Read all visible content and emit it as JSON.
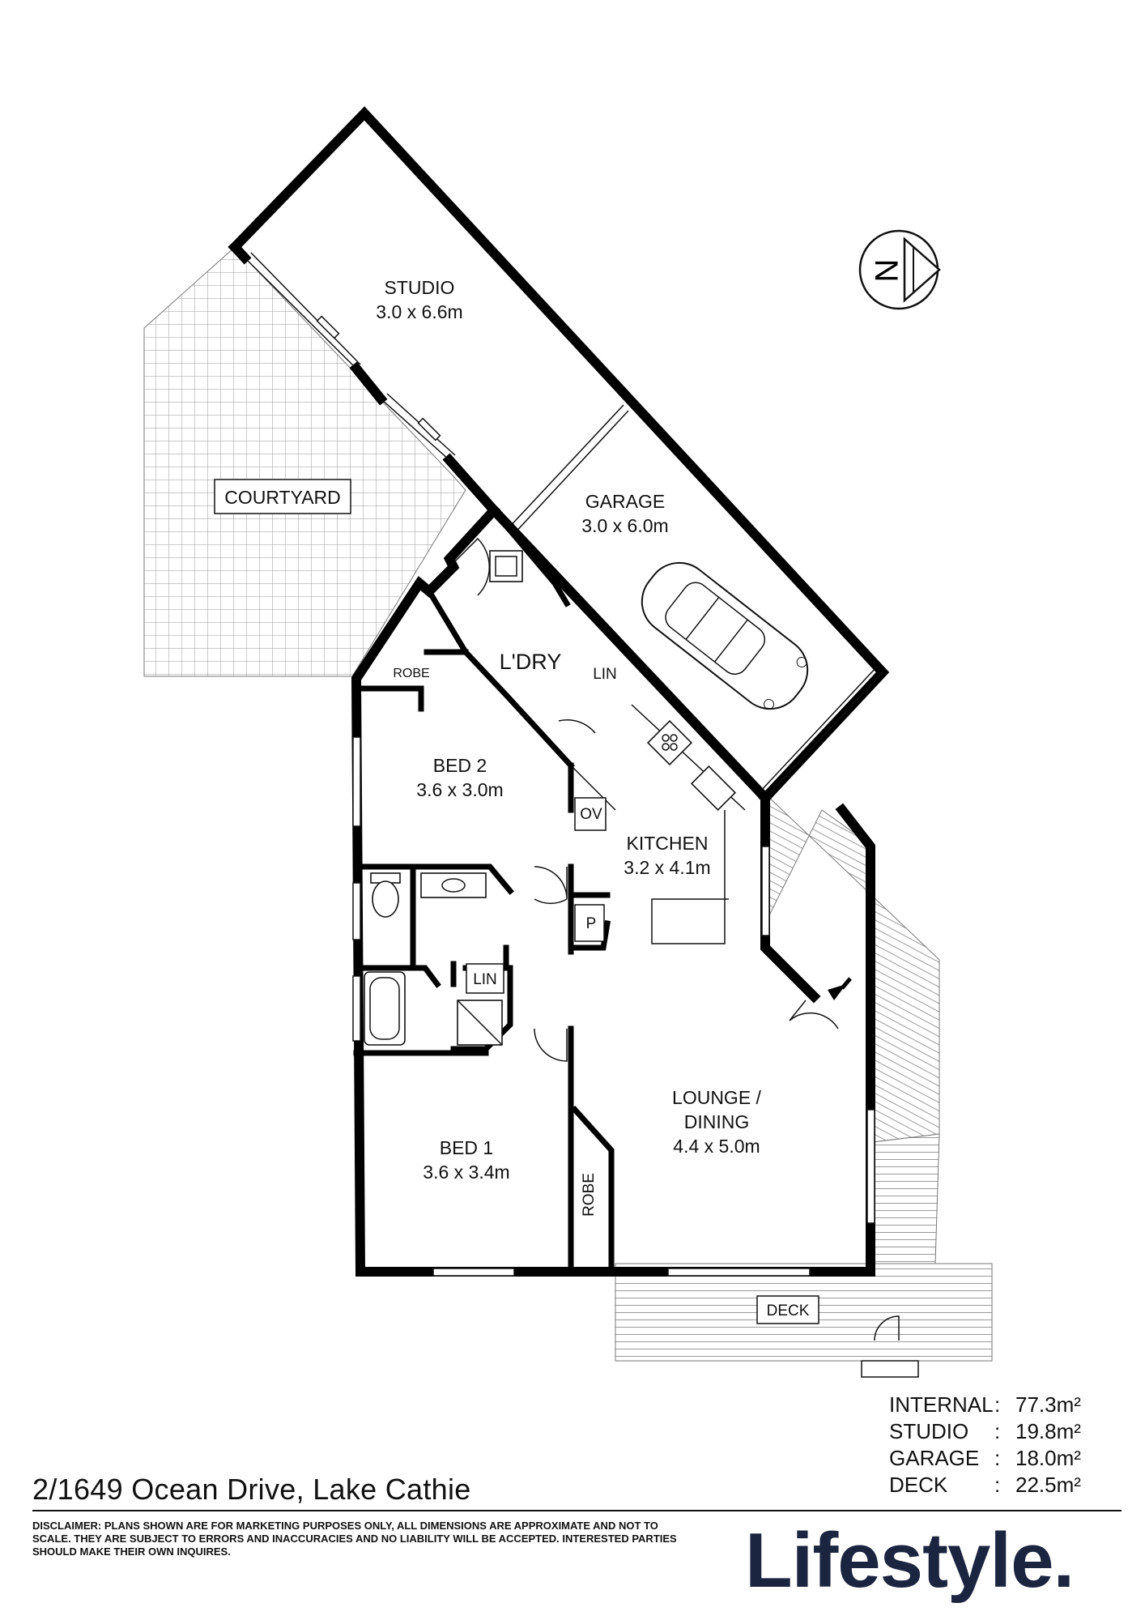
{
  "rooms": {
    "studio": {
      "name": "STUDIO",
      "size": "3.0 x 6.6m"
    },
    "courtyard": {
      "name": "COURTYARD"
    },
    "garage": {
      "name": "GARAGE",
      "size": "3.0 x 6.0m"
    },
    "laundry": {
      "name": "L'DRY"
    },
    "lin_laundry": {
      "name": "LIN"
    },
    "robe_bed2": {
      "name": "ROBE"
    },
    "bed2": {
      "name": "BED 2",
      "size": "3.6 x 3.0m"
    },
    "oven": {
      "name": "OV"
    },
    "kitchen": {
      "name": "KITCHEN",
      "size": "3.2 x 4.1m"
    },
    "pantry": {
      "name": "P"
    },
    "lin_hall": {
      "name": "LIN"
    },
    "lounge": {
      "name_line1": "LOUNGE /",
      "name_line2": "DINING",
      "size": "4.4 x 5.0m"
    },
    "bed1": {
      "name": "BED 1",
      "size": "3.6 x 3.4m"
    },
    "robe_bed1": {
      "name": "ROBE"
    },
    "deck": {
      "name": "DECK"
    }
  },
  "compass": {
    "letter": "N"
  },
  "areas": [
    {
      "name": "INTERNAL",
      "value": "77.3m²"
    },
    {
      "name": "STUDIO",
      "value": "19.8m²"
    },
    {
      "name": "GARAGE",
      "value": "18.0m²"
    },
    {
      "name": "DECK",
      "value": "22.5m²"
    }
  ],
  "address": "2/1649 Ocean Drive, Lake Cathie",
  "disclaimer": "DISCLAIMER: PLANS SHOWN ARE FOR MARKETING PURPOSES ONLY, ALL DIMENSIONS ARE APPROXIMATE AND NOT TO SCALE. THEY ARE SUBJECT TO ERRORS AND INACCURACIES AND NO LIABILITY WILL BE ACCEPTED. INTERESTED PARTIES SHOULD MAKE THEIR OWN INQUIRES.",
  "logo": "Lifestyle."
}
